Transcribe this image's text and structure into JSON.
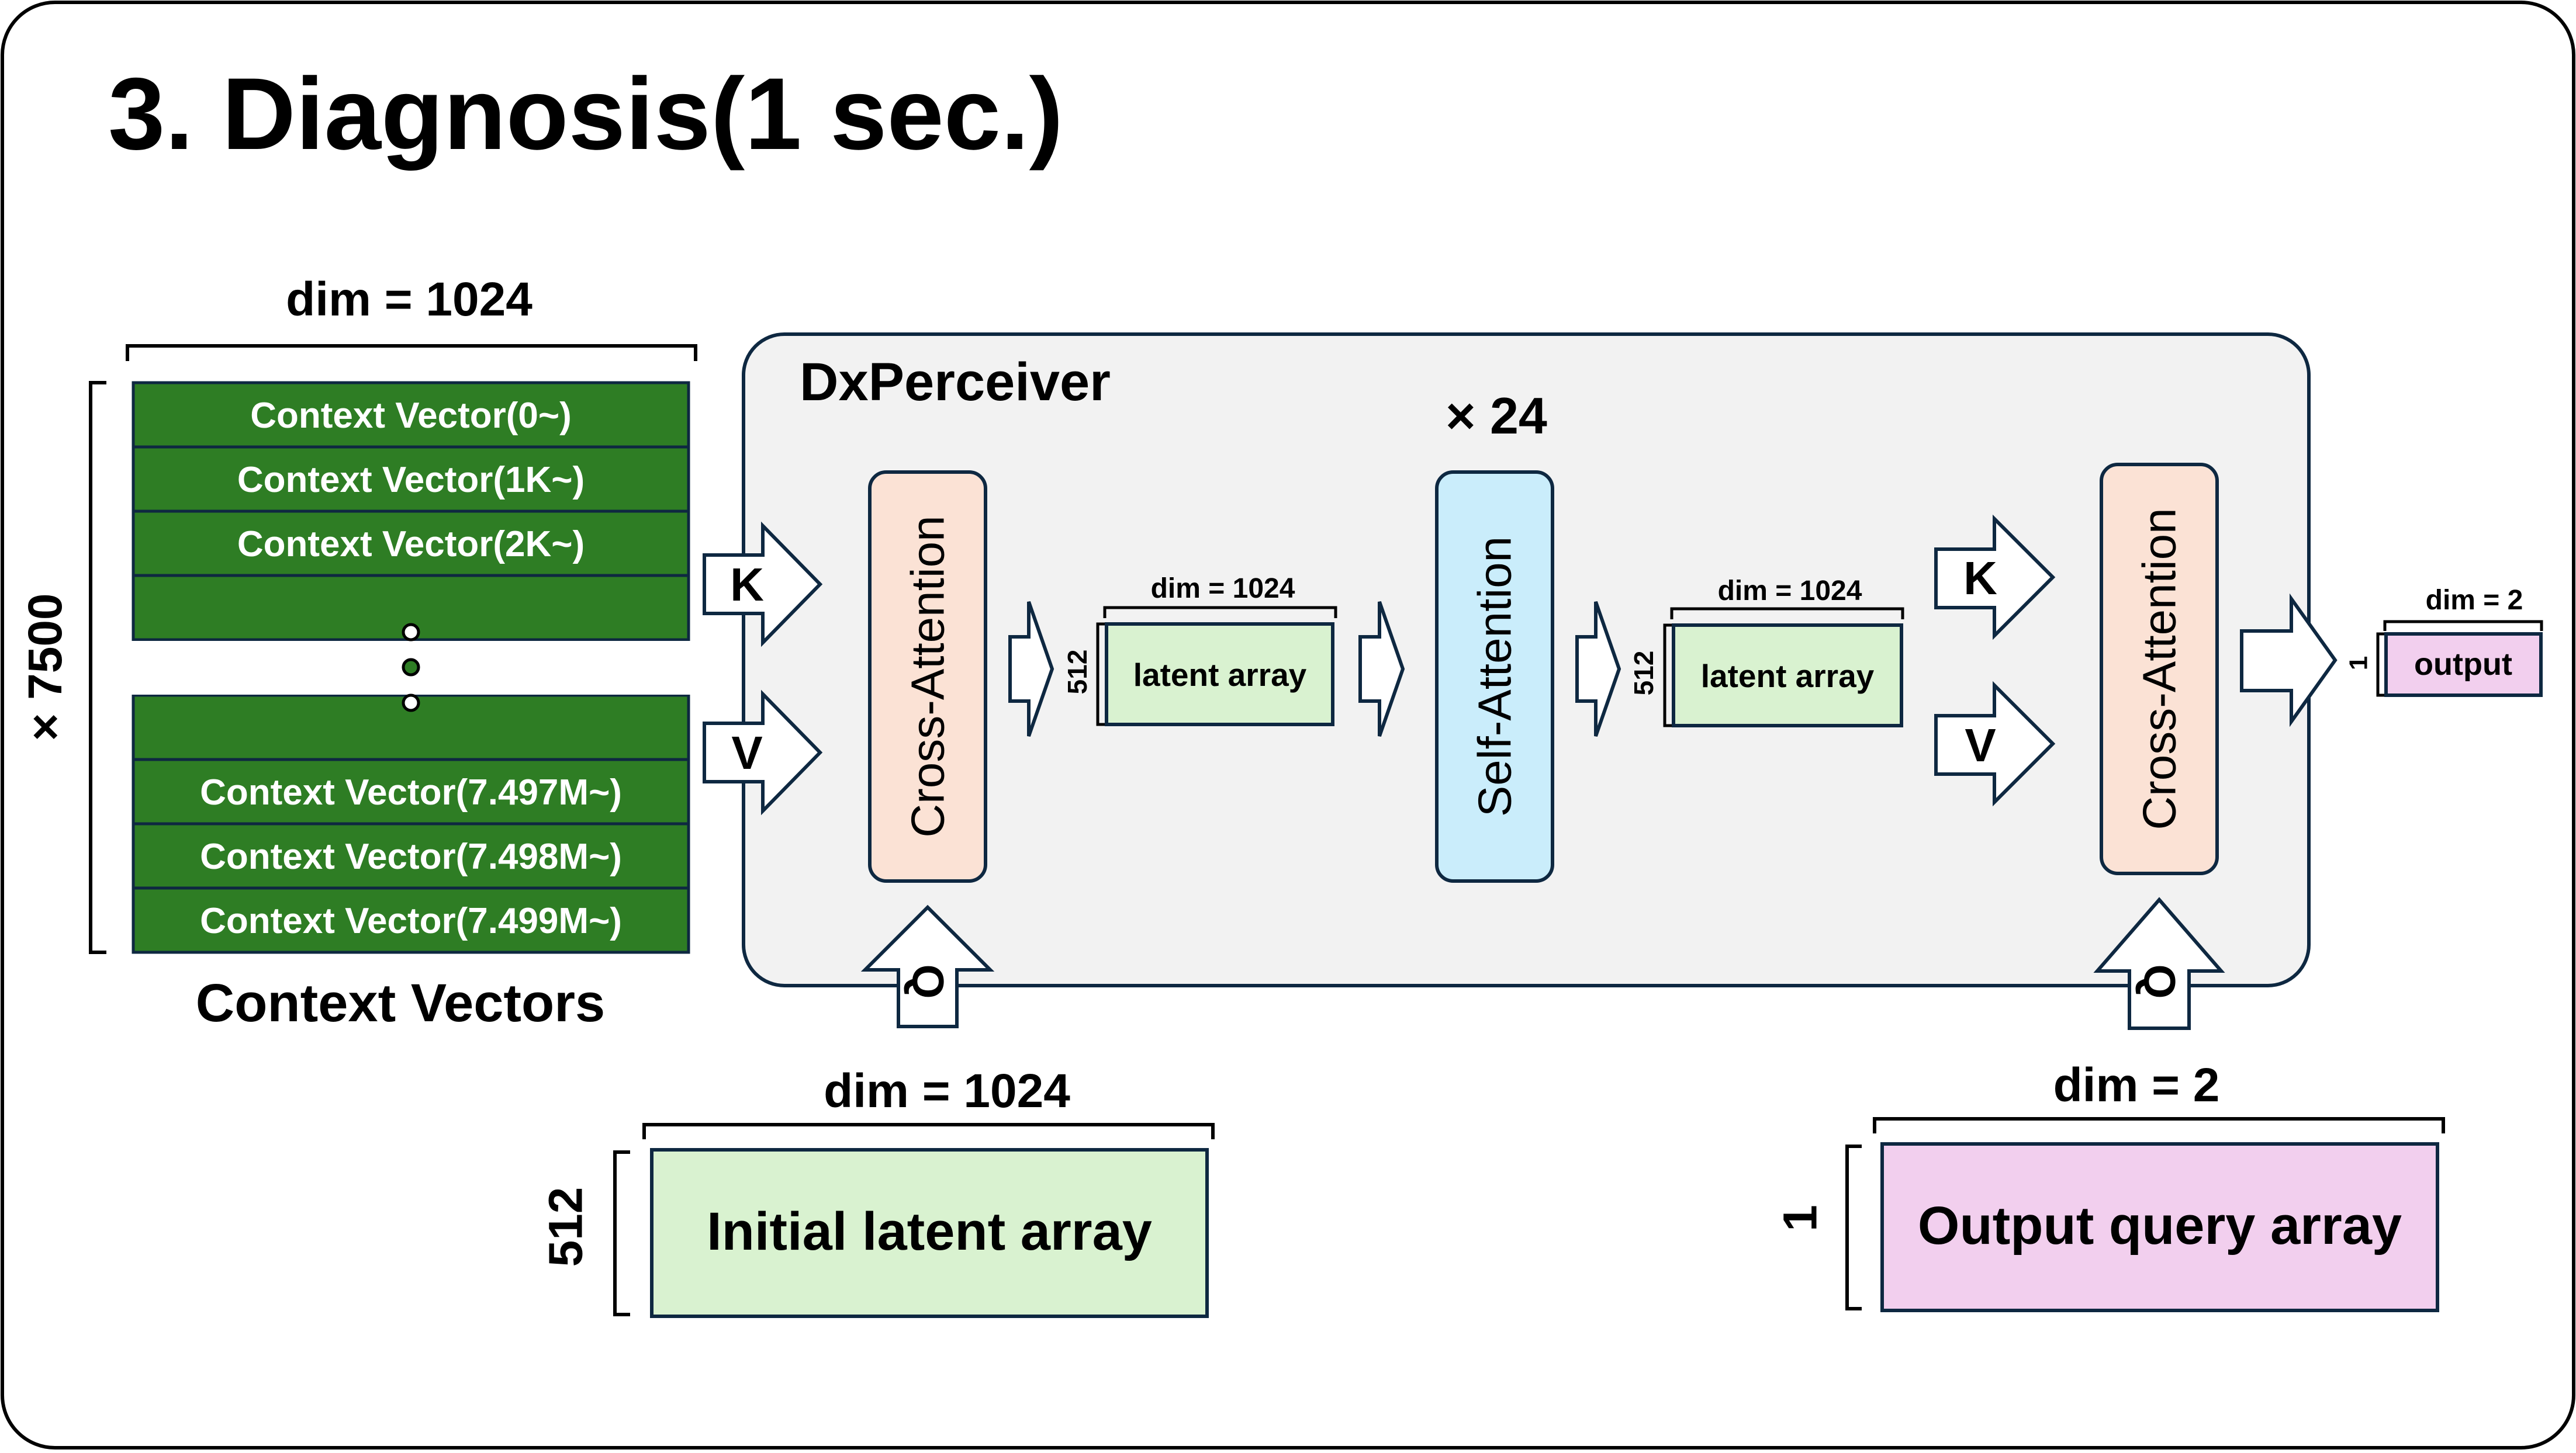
{
  "slide": {
    "title": "3. Diagnosis(1 sec.)"
  },
  "context": {
    "dim_label": "dim = 1024",
    "count_label": "× 7500",
    "rows_top": [
      "Context Vector(0~)",
      "Context Vector(1K~)",
      "Context Vector(2K~)"
    ],
    "rows_bottom": [
      "Context Vector(7.497M~)",
      "Context Vector(7.498M~)",
      "Context Vector(7.499M~)"
    ],
    "caption": "Context Vectors"
  },
  "perceiver": {
    "title": "DxPerceiver",
    "cross_attention_1": "Cross-Attention",
    "cross_attention_2": "Cross-Attention",
    "self_attention": "Self-Attention",
    "repeat_label": "× 24",
    "latent_1": {
      "label": "latent array",
      "dim": "dim = 1024",
      "rows": "512"
    },
    "latent_2": {
      "label": "latent array",
      "dim": "dim = 1024",
      "rows": "512"
    },
    "output": {
      "label": "output",
      "dim": "dim = 2",
      "rows": "1"
    }
  },
  "arrows": {
    "k1": "K",
    "v1": "V",
    "q1": "Q",
    "k2": "K",
    "v2": "V",
    "q2": "Q"
  },
  "inputs": {
    "initial_latent": {
      "label": "Initial latent array",
      "dim": "dim = 1024",
      "rows": "512"
    },
    "output_query": {
      "label": "Output query array",
      "dim": "dim = 2",
      "rows": "1"
    }
  },
  "colors": {
    "context_green": "#2e7d24",
    "latent_green": "#d9f2d0",
    "attention_peach": "#fbe2d5",
    "self_attention_blue": "#caedfb",
    "output_pink": "#f2cfee",
    "panel_gray": "#f2f2f2",
    "outline": "#0e2841"
  }
}
